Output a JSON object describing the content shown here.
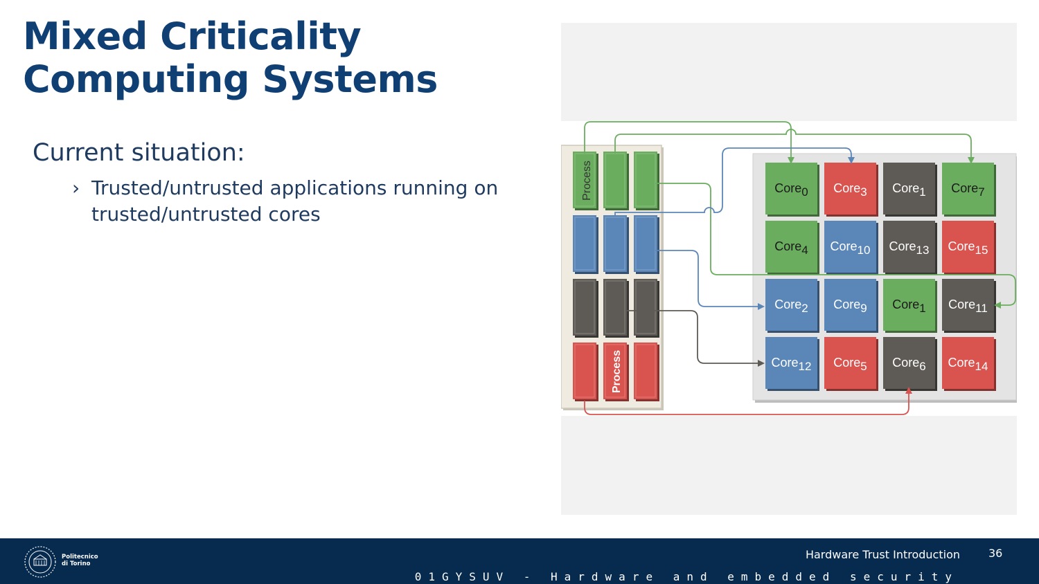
{
  "slide": {
    "title": "Mixed Criticality Computing Systems",
    "level1": "Current situation:",
    "bullets": [
      {
        "marker": "›",
        "text": "Trusted/untrusted applications running on trusted/untrusted cores"
      }
    ]
  },
  "diagram": {
    "process_label": "Process",
    "colors": {
      "green": "#6aad5e",
      "red": "#d9534f",
      "gray": "#5e5a55",
      "blue": "#5b86b8"
    },
    "process_grid": [
      [
        "green",
        "green",
        "green"
      ],
      [
        "blue",
        "blue",
        "blue"
      ],
      [
        "gray",
        "gray",
        "gray"
      ],
      [
        "red",
        "red",
        "red"
      ]
    ],
    "cores": [
      [
        {
          "base": "Core",
          "sub": "0",
          "color": "green"
        },
        {
          "base": "Core",
          "sub": "3",
          "color": "red"
        },
        {
          "base": "Core",
          "sub": "1",
          "color": "gray"
        },
        {
          "base": "Core",
          "sub": "7",
          "color": "green"
        }
      ],
      [
        {
          "base": "Core",
          "sub": "4",
          "color": "green"
        },
        {
          "base": "Core",
          "sub": "10",
          "color": "blue"
        },
        {
          "base": "Core",
          "sub": "13",
          "color": "gray"
        },
        {
          "base": "Core",
          "sub": "15",
          "color": "red"
        }
      ],
      [
        {
          "base": "Core",
          "sub": "2",
          "color": "blue"
        },
        {
          "base": "Core",
          "sub": "9",
          "color": "blue"
        },
        {
          "base": "Core",
          "sub": "1",
          "color": "green"
        },
        {
          "base": "Core",
          "sub": "11",
          "color": "gray"
        }
      ],
      [
        {
          "base": "Core",
          "sub": "12",
          "color": "blue"
        },
        {
          "base": "Core",
          "sub": "5",
          "color": "red"
        },
        {
          "base": "Core",
          "sub": "6",
          "color": "gray"
        },
        {
          "base": "Core",
          "sub": "14",
          "color": "red"
        }
      ]
    ]
  },
  "footer": {
    "logo_text": [
      "Politecnico",
      "di Torino"
    ],
    "deck_title": "Hardware Trust Introduction",
    "page_number": "36",
    "course": "01GYSUV - Hardware and embedded security"
  }
}
